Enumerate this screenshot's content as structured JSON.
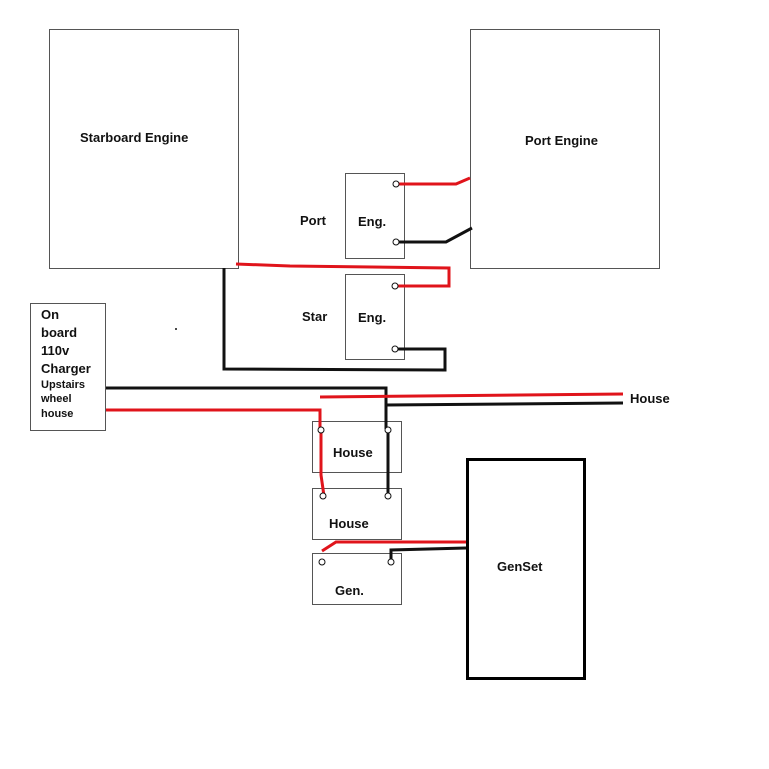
{
  "labels": {
    "starboard_engine": "Starboard Engine",
    "port_engine": "Port Engine",
    "port_side": "Port",
    "star_side": "Star",
    "port_eng_battery": "Eng.",
    "star_eng_battery": "Eng.",
    "charger_line1": "On",
    "charger_line2": "board",
    "charger_line3": "110v",
    "charger_line4": "Charger",
    "charger_line5": "Upstairs",
    "charger_line6": "wheel",
    "charger_line7": "house",
    "house_battery_1": "House",
    "house_battery_2": "House",
    "gen_battery": "Gen.",
    "genset": "GenSet",
    "house_feed": "House"
  },
  "colors": {
    "positive_wire": "#e0141b",
    "negative_wire": "#111111",
    "box_border": "#555555"
  }
}
